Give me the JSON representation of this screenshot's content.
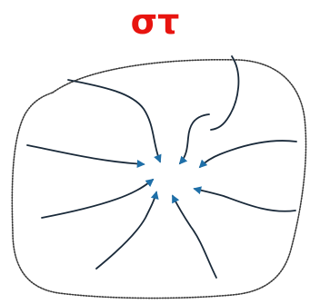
{
  "title": {
    "text": "στ",
    "color": "#e8140f"
  },
  "colors": {
    "boundary": "#3a3a3a",
    "arrow": "#1a2a3a",
    "arrowhead": "#1e6fa8"
  },
  "arrows": [
    "arrow-from-top-left",
    "arrow-from-top-right",
    "arrow-from-upper-left",
    "arrow-from-upper-right",
    "arrow-from-mid-left",
    "arrow-from-mid-right",
    "arrow-from-bottom-left",
    "arrow-from-bottom-right"
  ]
}
